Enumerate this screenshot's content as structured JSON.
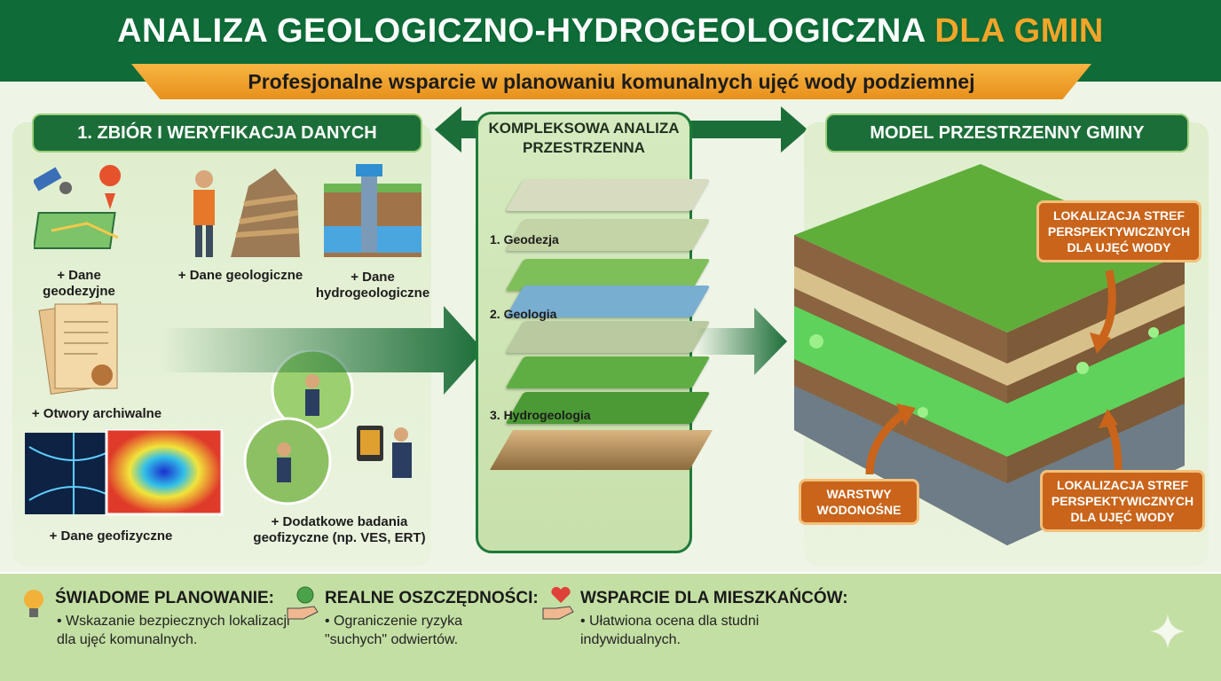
{
  "header": {
    "title_main": "ANALIZA GEOLOGICZNO-HYDROGEOLOGICZNA",
    "title_highlight": "DLA GMIN",
    "subtitle": "Profesjonalne wsparcie w planowaniu komunalnych ujęć wody podziemnej"
  },
  "left": {
    "title": "1. ZBIÓR I WERYFIKACJA DANYCH",
    "items": [
      "+ Dane geodezyjne",
      "+ Dane geologiczne",
      "+ Dane hydrogeologiczne",
      "+ Otwory archiwalne",
      "+ Dane geofizyczne",
      "+ Dodatkowe badania geofizyczne (np. VES, ERT)"
    ]
  },
  "center": {
    "title": "KOMPLEKSOWA ANALIZA PRZESTRZENNA",
    "layers": [
      "1. Geodezja",
      "2. Geologia",
      "3. Hydrogeologia"
    ]
  },
  "right": {
    "title": "MODEL PRZESTRZENNY GMINY",
    "callout_top": "LOKALIZACJA STREF PERSPEKTYWICZNYCH DLA UJĘĆ WODY",
    "callout_left": "WARSTWY WODONOŚNE",
    "callout_bottom": "LOKALIZACJA STREF PERSPEKTYWICZNYCH DLA UJĘĆ WODY"
  },
  "benefits": [
    {
      "icon": "lightbulb-icon",
      "title": "ŚWIADOME PLANOWANIE:",
      "text": "• Wskazanie bezpiecznych lokalizacji dla ujęć komunalnych."
    },
    {
      "icon": "coin-hand-icon",
      "title": "REALNE OSZCZĘDNOŚCI:",
      "text": "• Ograniczenie ryzyka \"suchych\" odwiertów."
    },
    {
      "icon": "heart-hand-icon",
      "title": "WSPARCIE DLA MIESZKAŃCÓW:",
      "text": "• Ułatwiona ocena dla studni indywidualnych."
    }
  ],
  "colors": {
    "dark_green": "#0f6b37",
    "orange": "#f2a52a",
    "callout": "#c9641a"
  }
}
